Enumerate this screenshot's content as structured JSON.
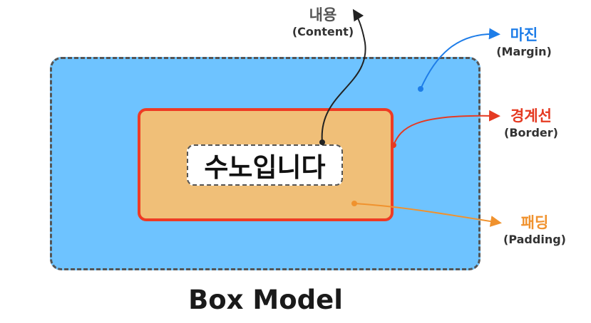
{
  "diagram": {
    "content_text": "수노입니다",
    "title": "Box Model",
    "labels": {
      "content": {
        "ko": "내용",
        "en": "(Content)"
      },
      "margin": {
        "ko": "마진",
        "en": "(Margin)"
      },
      "border": {
        "ko": "경계선",
        "en": "(Border)"
      },
      "padding": {
        "ko": "패딩",
        "en": "(Padding)"
      }
    },
    "colors": {
      "margin": "#6ec3ff",
      "border": "#ee3b24",
      "padding": "#f0bf78",
      "content": "#ffffff",
      "dashed_outline": "#555555",
      "margin_label": "#1e7de8",
      "border_label": "#e53a22",
      "padding_label": "#f0922e",
      "content_label": "#555555"
    }
  }
}
